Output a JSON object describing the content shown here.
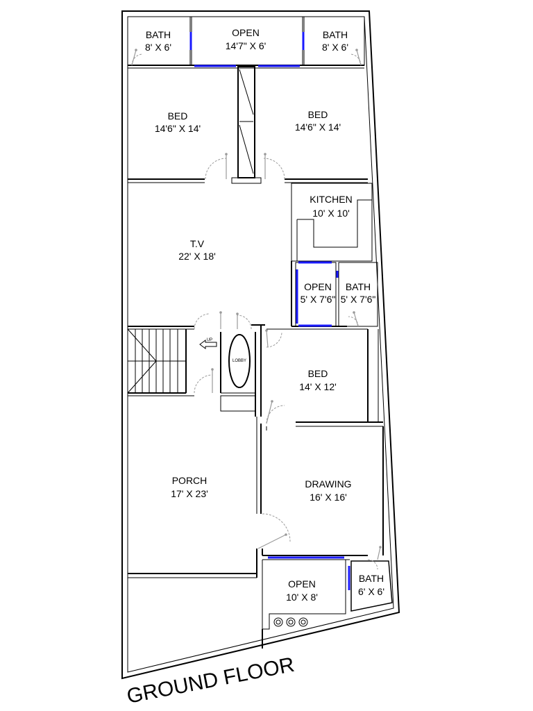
{
  "plan_title": "GROUND FLOOR",
  "rooms": {
    "bath_left": {
      "name": "BATH",
      "size": "8' X 6'"
    },
    "open_top": {
      "name": "OPEN",
      "size": "14'7\" X 6'"
    },
    "bath_right": {
      "name": "BATH",
      "size": "8' X 6'"
    },
    "bed_left": {
      "name": "BED",
      "size": "14'6\" X 14'"
    },
    "bed_right": {
      "name": "BED",
      "size": "14'6\" X 14'"
    },
    "kitchen": {
      "name": "KITCHEN",
      "size": "10' X 10'"
    },
    "tv": {
      "name": "T.V",
      "size": "22' X 18'"
    },
    "open_mid": {
      "name": "OPEN",
      "size": "5' X 7'6\""
    },
    "bath_mid": {
      "name": "BATH",
      "size": "5' X 7'6\""
    },
    "bed_mid": {
      "name": "BED",
      "size": "14' X 12'"
    },
    "porch": {
      "name": "PORCH",
      "size": "17' X 23'"
    },
    "drawing": {
      "name": "DRAWING",
      "size": "16' X 16'"
    },
    "open_bottom": {
      "name": "OPEN",
      "size": "10' X 8'"
    },
    "bath_bottom": {
      "name": "BATH",
      "size": "6' X 6'"
    }
  },
  "stair_label": "UP",
  "lobby_label": "LOBBY"
}
